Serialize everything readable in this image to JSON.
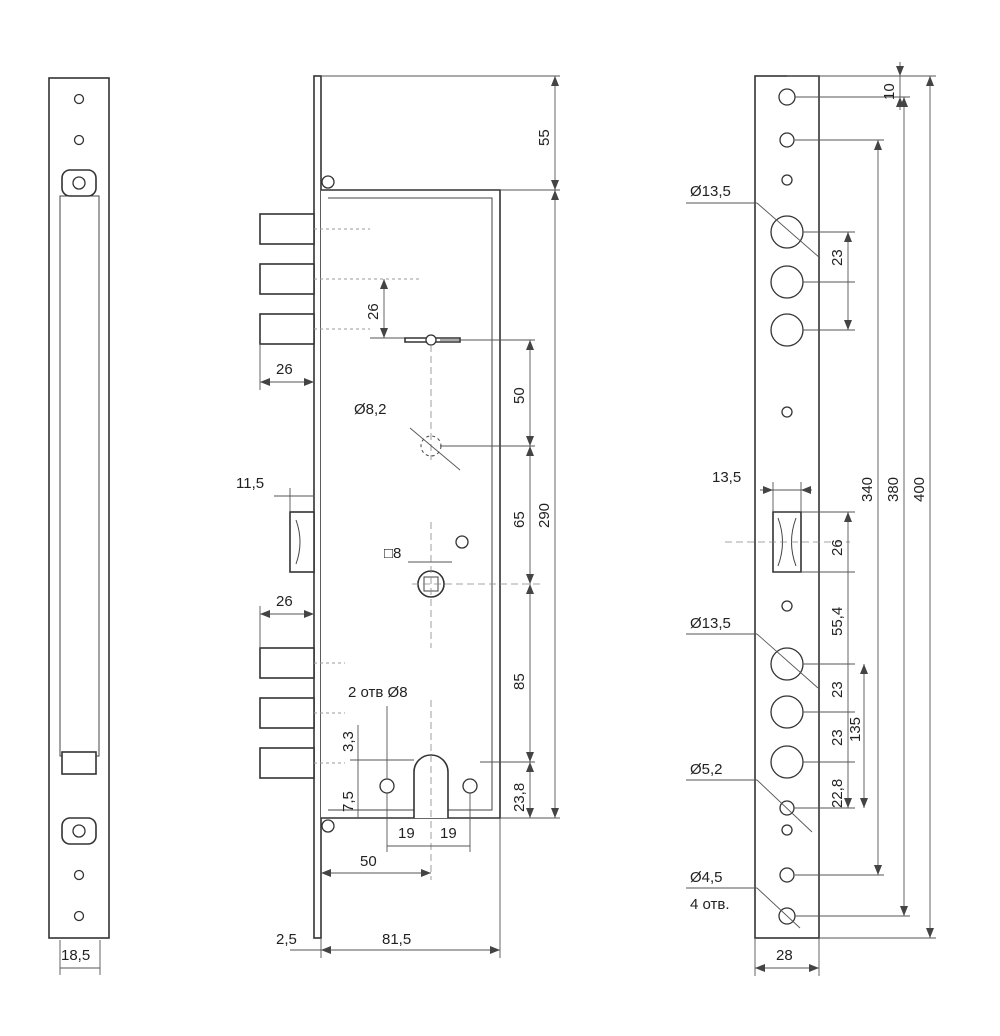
{
  "left_view": {
    "width_label": "18,5"
  },
  "middle_view": {
    "labels": {
      "backset_top": "26",
      "bolt_spacing": "26",
      "bolt_length_top": "26",
      "latch_offset": "11,5",
      "bolt_length_bottom": "26",
      "dia_82": "Ø8,2",
      "square_8": "□8",
      "two_holes": "2 отв Ø8",
      "dim_33": "3,3",
      "dim_75": "7,5",
      "dim_19_left": "19",
      "dim_19_right": "19",
      "dim_50_bottom": "50",
      "dim_25": "2,5",
      "dim_815": "81,5",
      "dim_55": "55",
      "dim_50_right": "50",
      "dim_65": "65",
      "dim_290": "290",
      "dim_85": "85",
      "dim_238": "23,8"
    }
  },
  "right_view": {
    "labels": {
      "dia_135_top": "Ø13,5",
      "dia_135_bottom": "Ø13,5",
      "dia_52": "Ø5,2",
      "dia_45": "Ø4,5",
      "holes_4": "4 отв.",
      "dim_135_latch": "13,5",
      "dim_10": "10",
      "dim_23_a": "23",
      "dim_23_b": "23",
      "dim_23_c": "23",
      "dim_23_d": "23",
      "dim_26": "26",
      "dim_554": "55,4",
      "dim_228": "22,8",
      "dim_135_span": "135",
      "dim_340": "340",
      "dim_380": "380",
      "dim_400": "400",
      "width_label": "28"
    }
  }
}
